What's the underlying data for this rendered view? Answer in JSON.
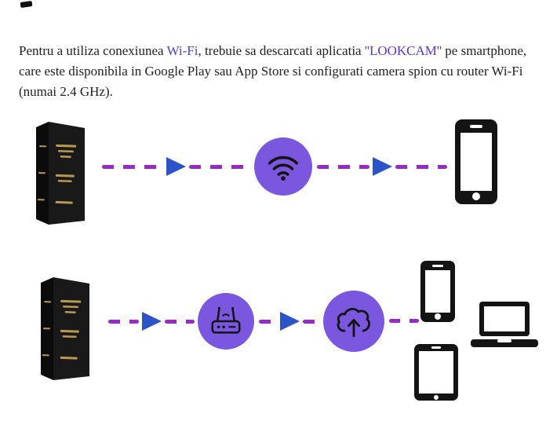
{
  "intro": {
    "part1": "Pentru a utiliza conexiunea ",
    "wifi_label": "Wi-Fi",
    "part2": ", trebuie sa descarcati aplicatia ",
    "app_name": "''LOOKCAM''",
    "part3": " pe smartphone, care este disponibila in Google Play sau App Store si configurati camera spion cu router Wi-Fi (numai 2.4 GHz)."
  },
  "diagram": {
    "row1": {
      "source": "book-hidden-camera",
      "via": "wifi",
      "target": "smartphone"
    },
    "row2": {
      "source": "book-hidden-camera",
      "via": [
        "router",
        "cloud-upload"
      ],
      "targets": [
        "smartphone",
        "laptop",
        "tablet"
      ]
    }
  },
  "icons": {
    "wifi-icon": "wifi signal arcs with dot",
    "router-icon": "router box with two antennas",
    "cloud-upload-icon": "cloud with upward arrow",
    "smartphone-icon": "smartphone silhouette",
    "laptop-icon": "laptop silhouette",
    "tablet-icon": "tablet silhouette",
    "arrow-head-icon": "right-pointing blue triangle",
    "book-image": "black book with gold lettering"
  },
  "colors": {
    "background": "#ffffff",
    "text": "#212121",
    "wifi_text": "#4646c8",
    "app_name_text": "#5a35c8",
    "circle_fill": "#7b57e0",
    "dash": "#962bc6",
    "arrow": "#2d53c9",
    "icon": "#141414",
    "gold": "#b99a55"
  }
}
